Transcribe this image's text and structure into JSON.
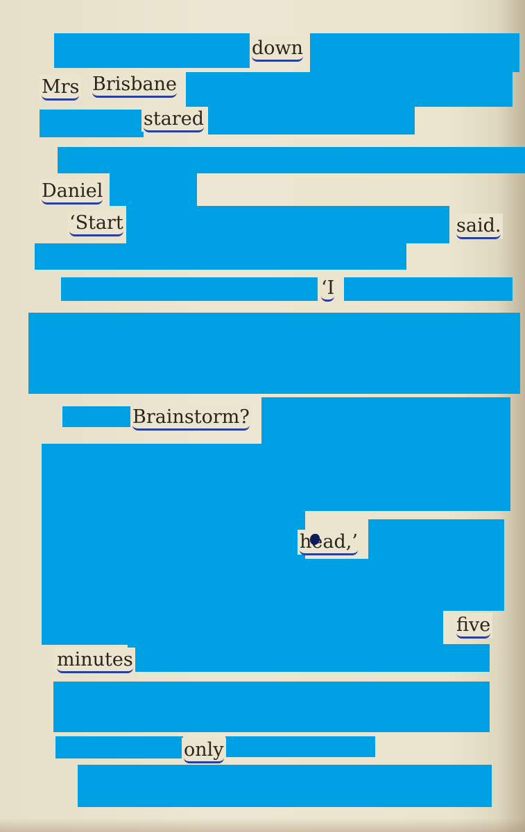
{
  "kept_words": {
    "w1": "down",
    "w2": "Mrs",
    "w3": "Brisbane",
    "w4": "stared",
    "w5": "Daniel",
    "w6": "‘Start",
    "w7": "said.",
    "w8": "‘I",
    "w9": "Brainstorm?",
    "w10": "head,’",
    "w11": "five",
    "w12": "minutes",
    "w13": "only"
  },
  "colors": {
    "redaction_blue": "#00a1e4",
    "paper": "#ebe5d0",
    "underline_ink": "#2a3f9a"
  }
}
